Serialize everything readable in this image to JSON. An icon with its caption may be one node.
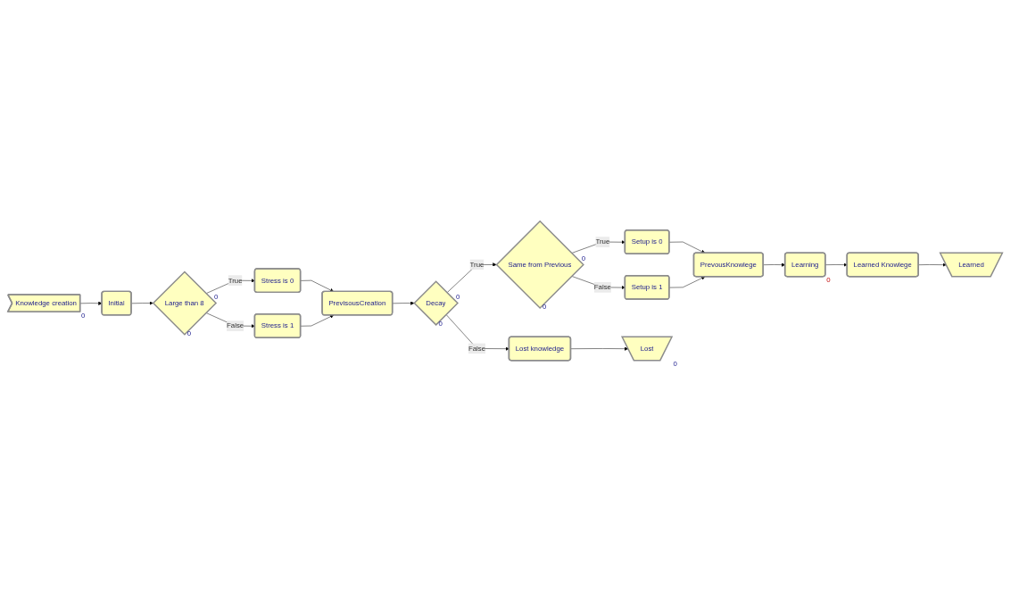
{
  "diagram": {
    "nodes": [
      {
        "text": [
          "Knowledge creation"
        ],
        "beside": [
          "0"
        ]
      },
      {
        "text": [
          "Initial"
        ]
      },
      {
        "text": [
          "Large than 8"
        ],
        "beside": [
          "0",
          "0"
        ]
      },
      {
        "text": [
          "Stress is 0"
        ]
      },
      {
        "text": [
          "Stress is 1"
        ]
      },
      {
        "text": [
          "PrevisousCreation"
        ]
      },
      {
        "text": [
          "Decay"
        ],
        "beside": [
          "0",
          "0"
        ]
      },
      {
        "text": [
          "Same from Previous"
        ],
        "beside": [
          "0",
          "0"
        ]
      },
      {
        "text": [
          "Setup is 0"
        ]
      },
      {
        "text": [
          "PrevousKnowlege"
        ]
      },
      {
        "text": [
          "Learning"
        ],
        "beside": [
          "0"
        ]
      },
      {
        "text": [
          "Setup is 1"
        ]
      },
      {
        "text": [
          "Lost knowledge"
        ]
      },
      {
        "text": [
          "Lost"
        ],
        "beside": [
          "0"
        ]
      },
      {
        "text": [
          "Learned Knowlege"
        ]
      },
      {
        "text": [
          "Learned"
        ]
      }
    ],
    "edges": [
      {
        "from": 0,
        "to": 1,
        "arrow": "to"
      },
      {
        "from": 1,
        "to": 2,
        "arrow": "to"
      },
      {
        "from": 2,
        "to": 3,
        "label": "True",
        "arrow": "to"
      },
      {
        "from": 2,
        "to": 4,
        "label": "False",
        "arrow": "to"
      },
      {
        "from": 3,
        "to": 5,
        "arrow": "to"
      },
      {
        "from": 4,
        "to": 5,
        "arrow": "to"
      },
      {
        "from": 5,
        "to": 6,
        "arrow": "to"
      },
      {
        "from": 6,
        "to": 7,
        "label": "True",
        "arrow": "to"
      },
      {
        "from": 6,
        "to": 12,
        "label": "False",
        "arrow": "to"
      },
      {
        "from": 7,
        "to": 8,
        "label": "True",
        "arrow": "to"
      },
      {
        "from": 7,
        "to": 11,
        "label": "False",
        "arrow": "to"
      },
      {
        "from": 8,
        "to": 9,
        "arrow": "to"
      },
      {
        "from": 11,
        "to": 9,
        "arrow": "to"
      },
      {
        "from": 9,
        "to": 10,
        "arrow": "to"
      },
      {
        "from": 10,
        "to": 14,
        "arrow": "to"
      },
      {
        "from": 14,
        "to": 15,
        "arrow": "to"
      },
      {
        "from": 12,
        "to": 13,
        "arrow": "to"
      }
    ]
  }
}
